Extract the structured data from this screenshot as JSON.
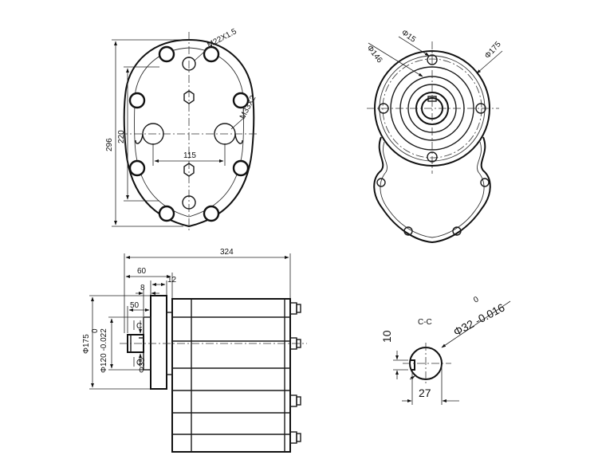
{
  "top_left_view": {
    "thread_top": "M22X1.5",
    "thread_side": "M33X2",
    "dim_height_total": "296",
    "dim_height_inner": "220",
    "dim_port_spacing": "115"
  },
  "top_right_view": {
    "dim_hole": "Φ15",
    "dim_bolt_circle": "Φ146",
    "dim_flange": "Φ175"
  },
  "side_view": {
    "dim_length": "324",
    "dim_60": "60",
    "dim_12": "12",
    "dim_8": "8",
    "dim_50": "50",
    "dim_flange_dia": "Φ175",
    "dim_pilot_dia": "Φ120 -0.022",
    "dim_pilot_upper": "0",
    "dim_shaft_dia": "Φ35",
    "shaft_mark": "C"
  },
  "shaft_section": {
    "dim_shaft": "Φ32 -0.016",
    "dim_shaft_upper": "0",
    "dim_key_width": "10",
    "dim_key_depth": "27",
    "label": "C-C"
  }
}
